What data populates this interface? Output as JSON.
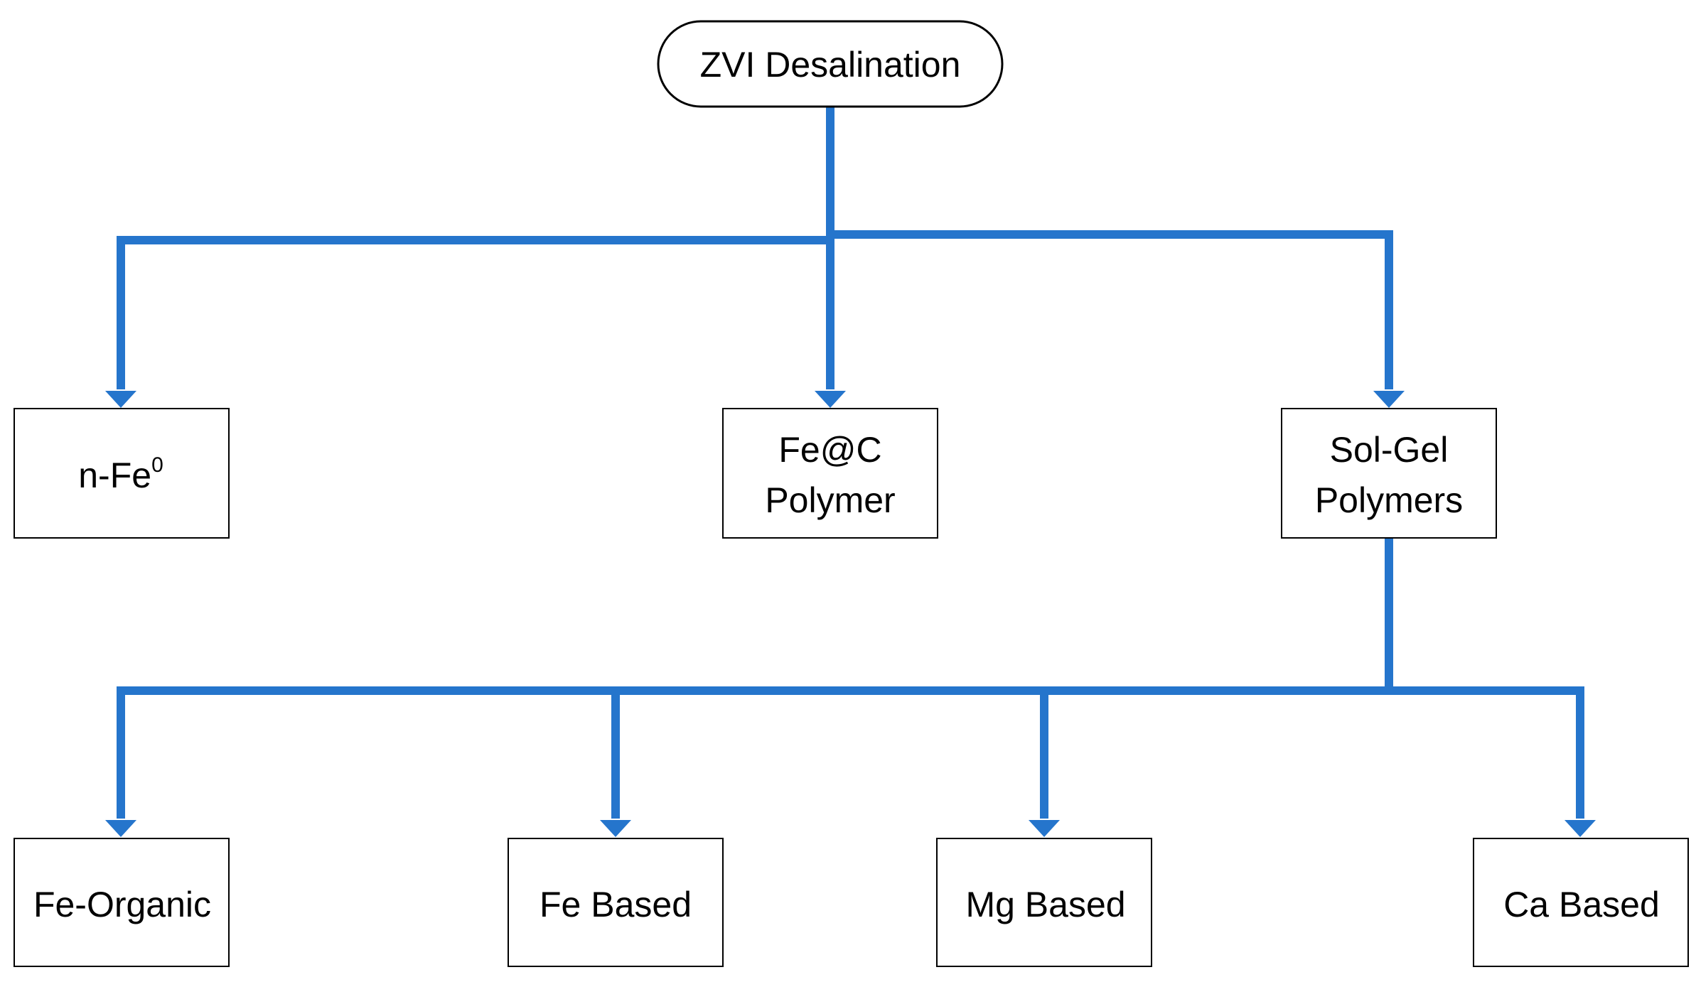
{
  "colors": {
    "connector": "#2575CC",
    "box_border": "#000000",
    "background": "#FFFFFF"
  },
  "root": {
    "label": "ZVI Desalination"
  },
  "level1": {
    "nfe": {
      "label": "n-Fe",
      "superscript": "0"
    },
    "fec": {
      "line1": "Fe@C",
      "line2": "Polymer"
    },
    "solgel": {
      "line1": "Sol-Gel",
      "line2": "Polymers"
    }
  },
  "level2": {
    "fe_organic": {
      "label": "Fe-Organic"
    },
    "fe_based": {
      "label": "Fe Based"
    },
    "mg_based": {
      "label": "Mg Based"
    },
    "ca_based": {
      "label": "Ca Based"
    }
  }
}
